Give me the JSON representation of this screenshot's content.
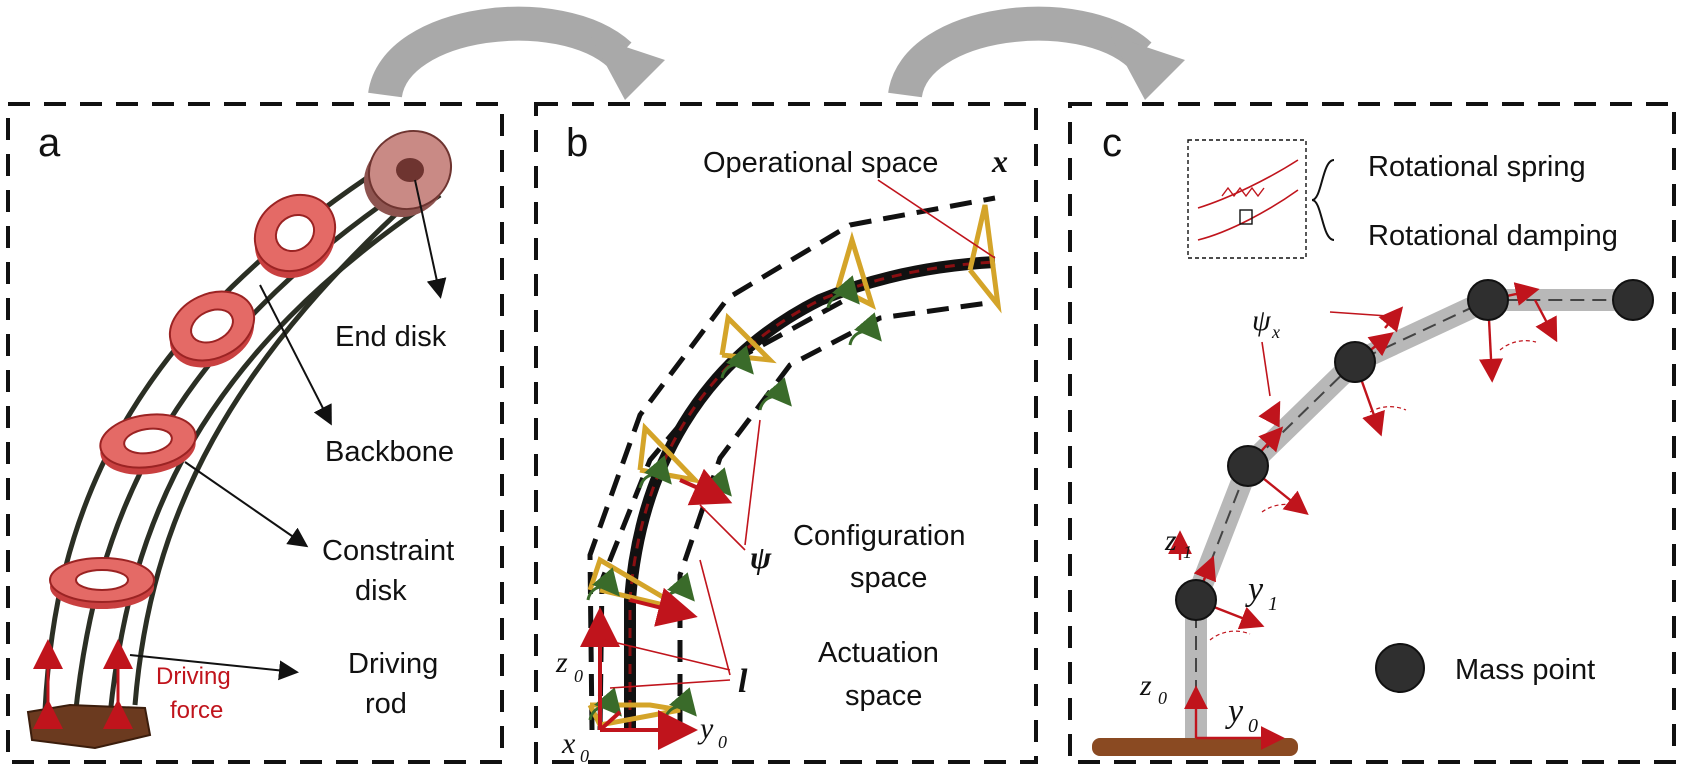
{
  "panels": {
    "a": {
      "letter": "a",
      "end_disk": "End disk",
      "backbone": "Backbone",
      "constraint_disk_line1": "Constraint",
      "constraint_disk_line2": "disk",
      "driving_rod_line1": "Driving",
      "driving_rod_line2": "rod",
      "driving_force_line1": "Driving",
      "driving_force_line2": "force"
    },
    "b": {
      "letter": "b",
      "operational_space": "Operational space",
      "operational_symbol": "x",
      "configuration_line1": "Configuration",
      "configuration_line2": "space",
      "actuation_line1": "Actuation",
      "actuation_line2": "space",
      "psi_symbol": "ψ",
      "l_symbol": "l",
      "z0": "z",
      "z0_sub": "0",
      "x0": "x",
      "x0_sub": "0",
      "y0": "y",
      "y0_sub": "0"
    },
    "c": {
      "letter": "c",
      "rotational_spring": "Rotational spring",
      "rotational_damping": "Rotational damping",
      "mass_point": "Mass point",
      "psi_x": "ψ",
      "psi_x_sub": "x",
      "z1": "z",
      "z1_sub": "1",
      "y1": "y",
      "y1_sub": "1",
      "z0": "z",
      "z0_sub": "0",
      "y0": "y",
      "y0_sub": "0"
    }
  },
  "colors": {
    "red_accent": "#c0141c",
    "disk_red": "#d9534f",
    "gold": "#d4a429",
    "green": "#3a6b2a",
    "gray_link": "#b8b8b8",
    "base_brown": "#8a4a22",
    "arrow_gray": "#a9a9a9"
  }
}
